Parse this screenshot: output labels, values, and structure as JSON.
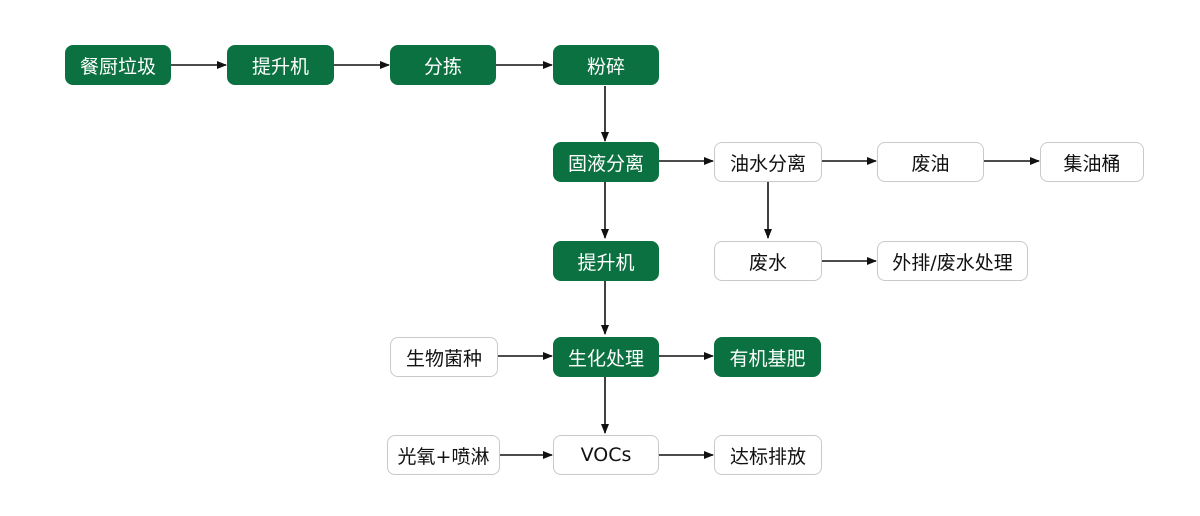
{
  "colors": {
    "accent": "#0b7140",
    "border": "#c9c9c9",
    "arrow": "#111111"
  },
  "nodes": {
    "kitchen_waste": "餐厨垃圾",
    "elevator_1": "提升机",
    "sorting": "分拣",
    "crushing": "粉碎",
    "solid_liquid_separation": "固液分离",
    "oil_water_separation": "油水分离",
    "waste_oil": "废油",
    "oil_bucket": "集油桶",
    "waste_water": "废水",
    "discharge_treatment": "外排/废水处理",
    "elevator_2": "提升机",
    "bio_strain": "生物菌种",
    "bio_treatment": "生化处理",
    "organic_fertilizer": "有机基肥",
    "photo_oxygen_spray": "光氧+喷淋",
    "vocs": "VOCs",
    "compliant_emission": "达标排放"
  }
}
